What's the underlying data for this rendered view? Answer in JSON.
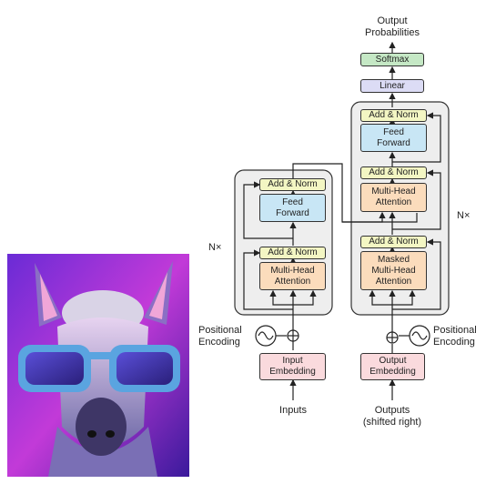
{
  "encoder": {
    "repeat_label": "N×",
    "add_norm_top": "Add & Norm",
    "feed_forward": "Feed\nForward",
    "add_norm_bottom": "Add & Norm",
    "attention": "Multi-Head\nAttention",
    "positional_encoding": "Positional\nEncoding",
    "embedding": "Input\nEmbedding",
    "input_label": "Inputs"
  },
  "decoder": {
    "repeat_label": "N×",
    "add_norm_top": "Add & Norm",
    "feed_forward": "Feed\nForward",
    "add_norm_mid": "Add & Norm",
    "cross_attention": "Multi-Head\nAttention",
    "add_norm_bottom": "Add & Norm",
    "masked_attention": "Masked\nMulti-Head\nAttention",
    "positional_encoding": "Positional\nEncoding",
    "embedding": "Output\nEmbedding",
    "input_label": "Outputs\n(shifted right)"
  },
  "head": {
    "linear": "Linear",
    "softmax": "Softmax",
    "output_label": "Output\nProbabilities"
  },
  "colors": {
    "add_norm": "#f3f6c3",
    "feed_forward": "#c8e6f5",
    "attention": "#fbdcbc",
    "embedding": "#fadadd",
    "linear": "#dcdcf5",
    "softmax": "#c5e8c5",
    "block_bg": "#eeeeee"
  }
}
